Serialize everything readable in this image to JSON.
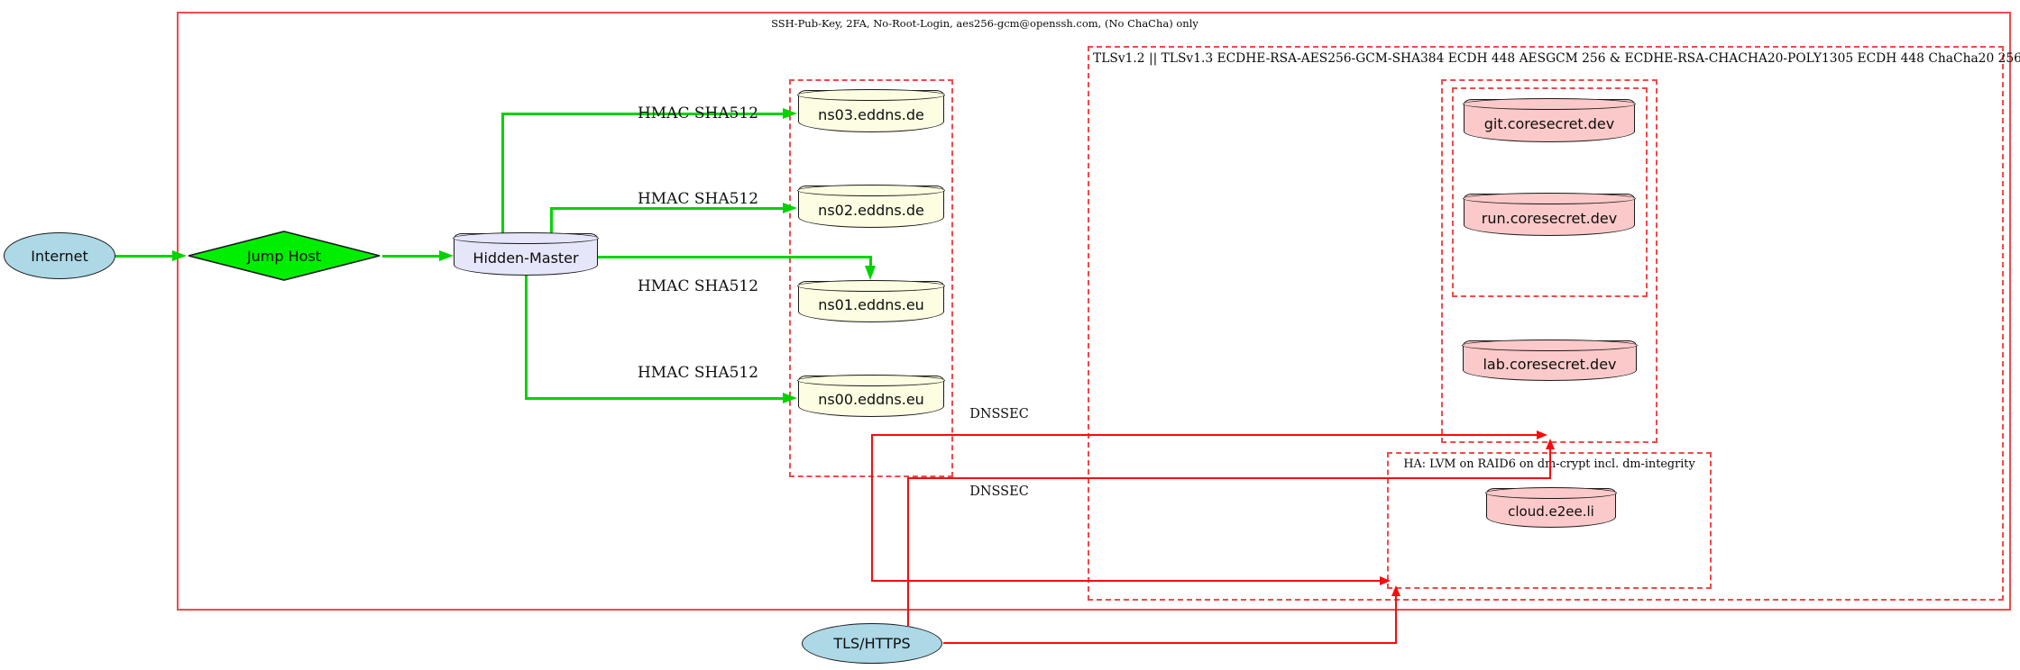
{
  "clusters": {
    "ssh": {
      "label": "SSH-Pub-Key, 2FA, No-Root-Login, aes256-gcm@openssh.com, (No ChaCha) only"
    },
    "tls": {
      "label": "TLSv1.2 || TLSv1.3 ECDHE-RSA-AES256-GCM-SHA384 ECDH 448 AESGCM 256 & ECDHE-RSA-CHACHA20-POLY1305 ECDH 448 ChaCha20 256"
    },
    "nameservers": {
      "label": ""
    },
    "coresecret_outer": {
      "label": ""
    },
    "coresecret_inner": {
      "label": ""
    },
    "ha": {
      "label": "HA: LVM on RAID6 on dm-crypt incl. dm-integrity"
    }
  },
  "nodes": {
    "internet": {
      "label": "Internet",
      "shape": "ellipse",
      "fill": "#ADD8E6"
    },
    "jump_host": {
      "label": "Jump Host",
      "shape": "diamond",
      "fill": "#00EE00"
    },
    "hidden_master": {
      "label": "Hidden-Master",
      "shape": "cylinder",
      "fill": "#E6E6FA"
    },
    "ns03": {
      "label": "ns03.eddns.de",
      "shape": "cylinder",
      "fill": "#FFFFE0"
    },
    "ns02": {
      "label": "ns02.eddns.de",
      "shape": "cylinder",
      "fill": "#FFFFE0"
    },
    "ns01": {
      "label": "ns01.eddns.eu",
      "shape": "cylinder",
      "fill": "#FFFFE0"
    },
    "ns00": {
      "label": "ns00.eddns.eu",
      "shape": "cylinder",
      "fill": "#FFFFE0"
    },
    "git": {
      "label": "git.coresecret.dev",
      "shape": "cylinder",
      "fill": "#FFC0CB"
    },
    "run": {
      "label": "run.coresecret.dev",
      "shape": "cylinder",
      "fill": "#FFC0CB"
    },
    "lab": {
      "label": "lab.coresecret.dev",
      "shape": "cylinder",
      "fill": "#FFC0CB"
    },
    "cloud": {
      "label": "cloud.e2ee.li",
      "shape": "cylinder",
      "fill": "#FFC0CB"
    },
    "tls_https": {
      "label": "TLS/HTTPS",
      "shape": "ellipse",
      "fill": "#ADD8E6"
    }
  },
  "edge_labels": {
    "hmac1": "HMAC SHA512",
    "hmac2": "HMAC SHA512",
    "hmac3": "HMAC SHA512",
    "hmac4": "HMAC SHA512",
    "dnssec1": "DNSSEC",
    "dnssec2": "DNSSEC"
  },
  "colors": {
    "secure_edge_green": "#00D400",
    "tls_edge_red": "#FB0A0A",
    "cluster_border_red": "#F04A4A",
    "node_fill_blue": "#ADD8E6",
    "node_fill_green": "#00EE00",
    "node_fill_lavender": "#E6E6FA",
    "node_fill_lightyellow": "#FFFFE0",
    "node_fill_pink": "#FFC0CB"
  }
}
